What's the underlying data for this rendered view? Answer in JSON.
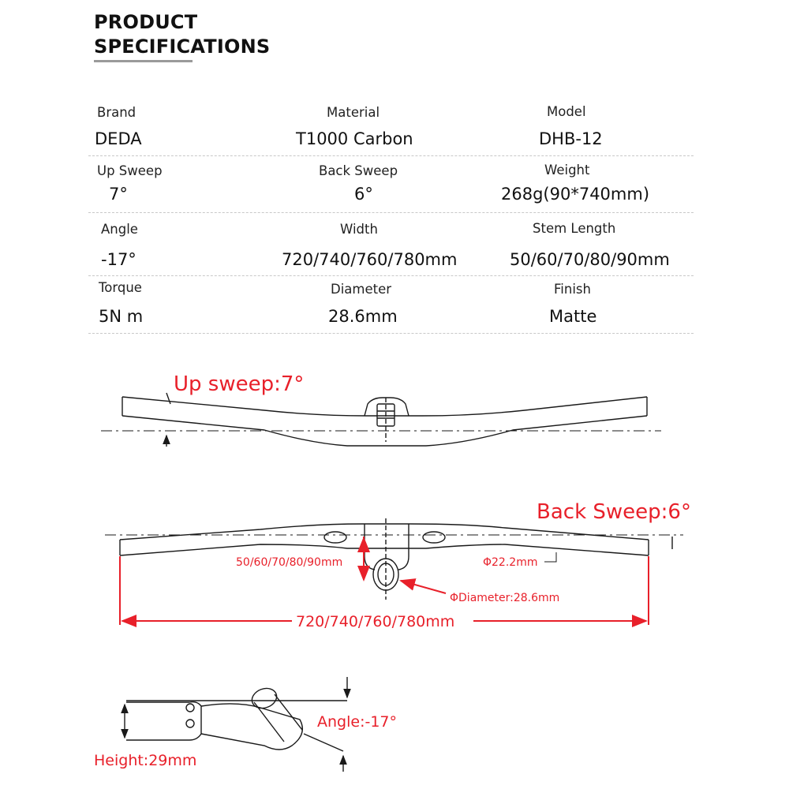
{
  "header": {
    "title_line1": "PRODUCT",
    "title_line2": "SPECIFICATIONS"
  },
  "specs": [
    {
      "label": "Brand",
      "value": "DEDA"
    },
    {
      "label": "Material",
      "value": "T1000 Carbon"
    },
    {
      "label": "Model",
      "value": "DHB-12"
    },
    {
      "label": "Up Sweep",
      "value": "7°"
    },
    {
      "label": "Back Sweep",
      "value": "6°"
    },
    {
      "label": "Weight",
      "value": "268g(90*740mm)"
    },
    {
      "label": "Angle",
      "value": "-17°"
    },
    {
      "label": "Width",
      "value": "720/740/760/780mm"
    },
    {
      "label": "Stem Length",
      "value": "50/60/70/80/90mm"
    },
    {
      "label": "Torque",
      "value": "5N m"
    },
    {
      "label": "Diameter",
      "value": "28.6mm"
    },
    {
      "label": "Finish",
      "value": "Matte"
    }
  ],
  "diagram": {
    "up_sweep_label": "Up sweep:7°",
    "back_sweep_label": "Back Sweep:6°",
    "stem_lengths_label": "50/60/70/80/90mm",
    "bar_end_diameter_label": "Φ22.2mm",
    "clamp_diameter_label": "ΦDiameter:28.6mm",
    "widths_label": "720/740/760/780mm",
    "angle_label": "Angle:-17°",
    "height_label": "Height:29mm",
    "accent_color": "#e8202a",
    "line_color": "#1a1a1a"
  }
}
